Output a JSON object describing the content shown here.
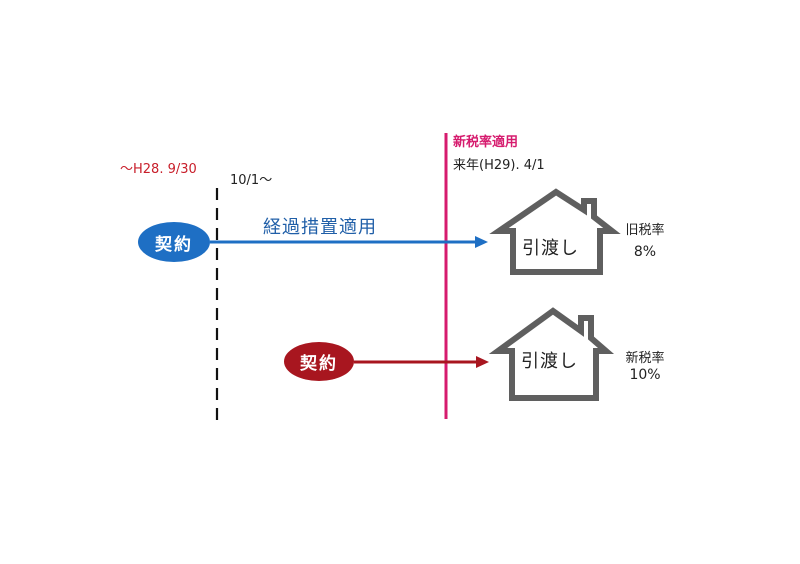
{
  "timeline": {
    "contract_cutoff": "〜H28. 9/30",
    "transition_start": "10/1〜",
    "new_rate_title": "新税率適用",
    "new_rate_date": "来年(H29). 4/1"
  },
  "flows": {
    "top": {
      "contract_label": "契約",
      "arrow_label": "経過措置適用",
      "house_label": "引渡し",
      "rate_name": "旧税率",
      "rate_value": "8%"
    },
    "bottom": {
      "contract_label": "契約",
      "house_label": "引渡し",
      "rate_name": "新税率",
      "rate_value": "10%"
    }
  },
  "colors": {
    "red_text": "#c81e2a",
    "magenta_line": "#d61b6e",
    "blue": "#1e6fc4",
    "blue_dark": "#205fa8",
    "dark_red": "#a8161f",
    "house_stroke": "#5f5f5f",
    "black": "#111111"
  }
}
